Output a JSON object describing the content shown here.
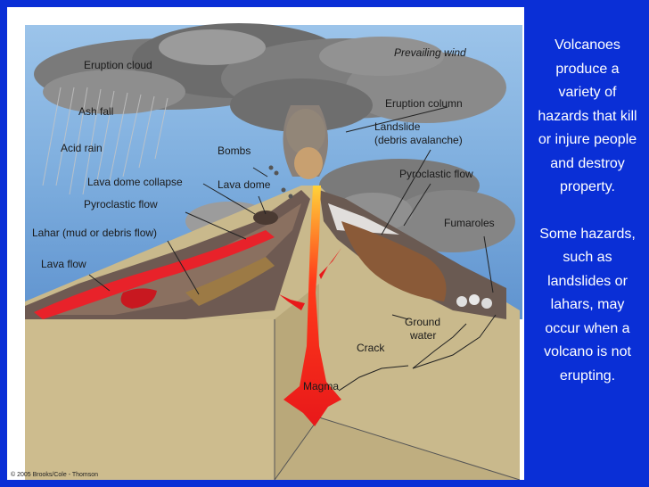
{
  "labels": {
    "eruption_cloud": "Eruption cloud",
    "prevailing_wind": "Prevailing wind",
    "ash_fall": "Ash fall",
    "eruption_column": "Eruption column",
    "landslide_1": "Landslide",
    "landslide_2": "(debris avalanche)",
    "acid_rain": "Acid rain",
    "bombs": "Bombs",
    "pyroclastic_flow_right": "Pyroclastic flow",
    "lava_dome_collapse": "Lava dome collapse",
    "lava_dome": "Lava dome",
    "pyroclastic_flow_left": "Pyroclastic flow",
    "fumaroles": "Fumaroles",
    "lahar": "Lahar (mud or debris flow)",
    "lava_flow": "Lava flow",
    "ground_water_1": "Ground",
    "ground_water_2": "water",
    "crack": "Crack",
    "magma": "Magma"
  },
  "copyright": "© 2005 Brooks/Cole - Thomson",
  "sidebar": {
    "paragraph_1": "Volcanoes produce a variety of hazards that kill or injure people and destroy property.",
    "paragraph_2": "Some hazards, such as landslides or lahars, may occur when a volcano is not erupting."
  },
  "colors": {
    "background": "#0a2fd6",
    "sky": "#7fb0e0",
    "ground": "#c9b98c",
    "magma": "#f0201a",
    "lava": "#e8222a"
  }
}
